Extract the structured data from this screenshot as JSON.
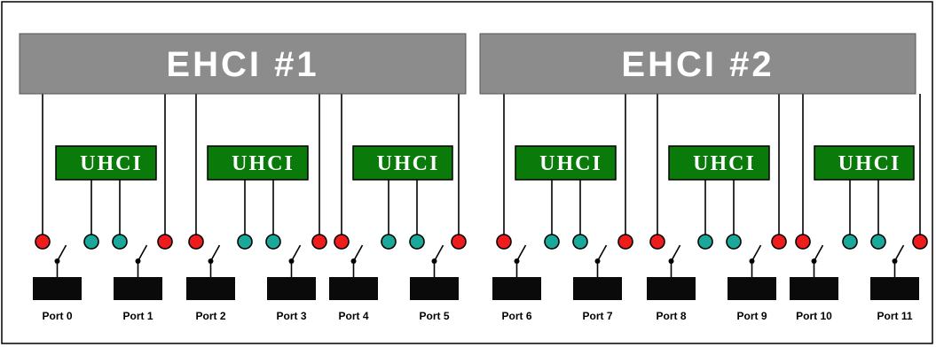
{
  "ehci": [
    {
      "label": "EHCI #1"
    },
    {
      "label": "EHCI #2"
    }
  ],
  "uhci_label": "UHCI",
  "ports": [
    "Port 0",
    "Port 1",
    "Port 2",
    "Port 3",
    "Port 4",
    "Port 5",
    "Port 6",
    "Port 7",
    "Port 8",
    "Port 9",
    "Port 10",
    "Port 11"
  ],
  "colors": {
    "ehci_fill": "#8c8c8c",
    "uhci_fill": "#0a7a0a",
    "ehci_connector": "#ee1c1c",
    "uhci_connector": "#1aa89a",
    "port_block": "#0a0a0a"
  }
}
